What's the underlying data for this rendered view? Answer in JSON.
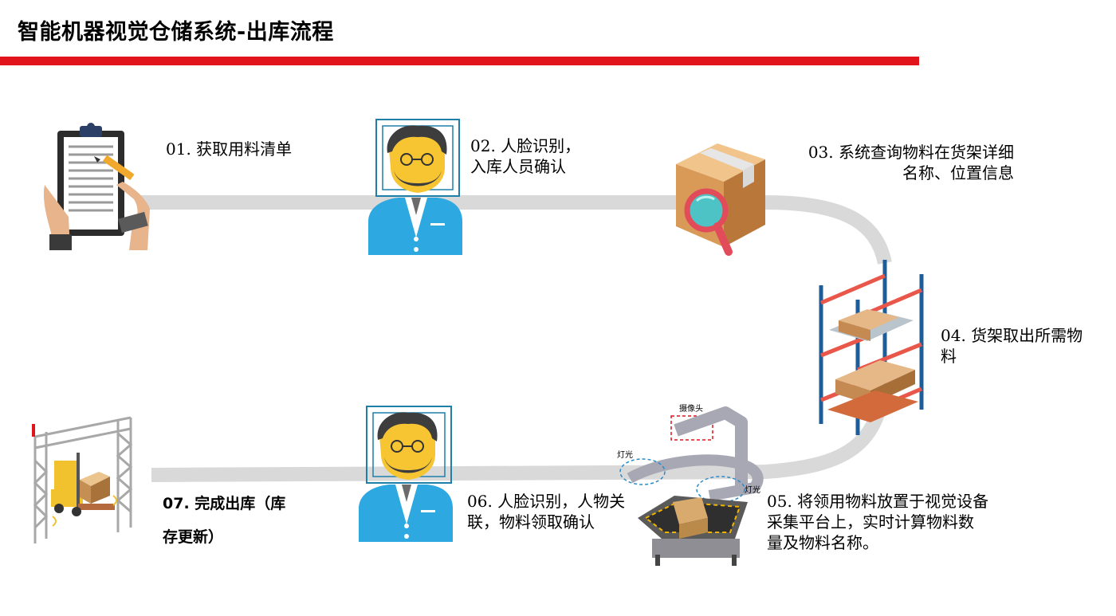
{
  "header": {
    "title": "智能机器视觉仓储系统-出库流程"
  },
  "steps": [
    {
      "text": "01. 获取用料清单"
    },
    {
      "line1": "02. 人脸识别，",
      "line2": "入库人员确认"
    },
    {
      "line1": "03. 系统查询物料在货架详细",
      "line2": "名称、位置信息"
    },
    {
      "line1": "04. 货架取出所需物",
      "line2": "料"
    },
    {
      "line1": "05. 将领用物料放置于视觉设备",
      "line2": "采集平台上，实时计算物料数",
      "line3": "量及物料名称。"
    },
    {
      "line1": "06.  人脸识别，人物关",
      "line2": "联，物料领取确认"
    },
    {
      "line1": "07. 完成出库（库",
      "line2": "存更新）"
    }
  ],
  "device_labels": {
    "camera": "摄像头",
    "light_left": "灯光",
    "light_right": "灯光"
  },
  "colors": {
    "accent_red": "#e1141b",
    "track_gray": "#d9d9d9",
    "person_blue": "#2da8e0",
    "face_frame": "#1f7fa8"
  }
}
